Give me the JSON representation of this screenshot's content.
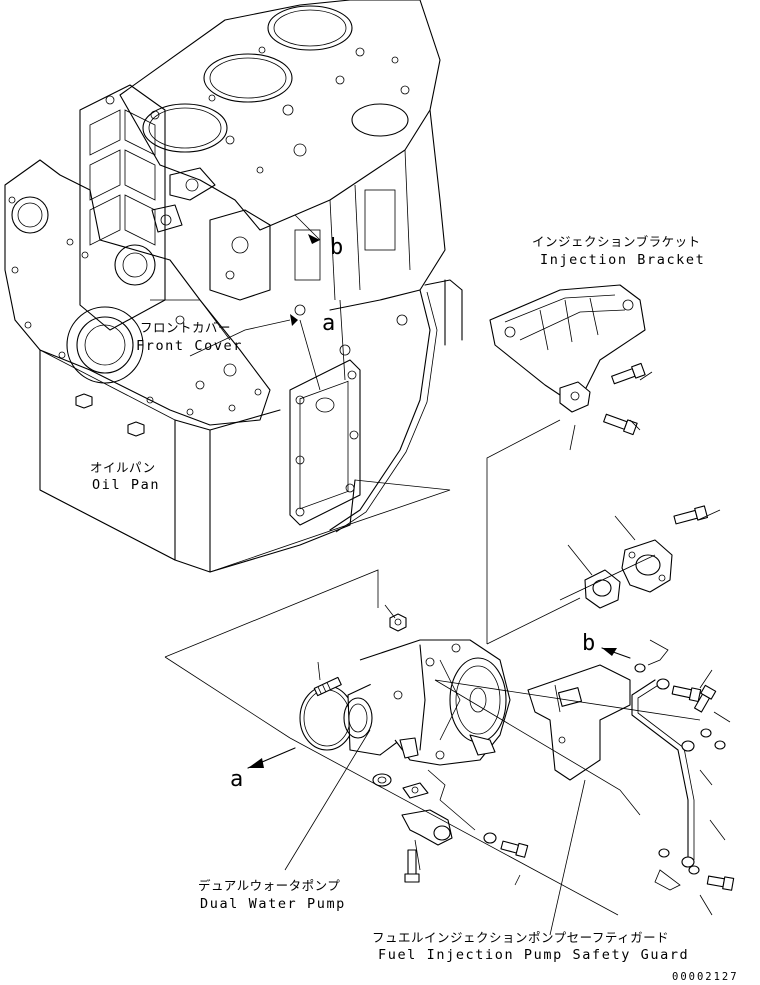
{
  "labels": {
    "injection_bracket_jp": "インジェクションブラケット",
    "injection_bracket_en": "Injection Bracket",
    "front_cover_jp": "フロントカバー",
    "front_cover_en": "Front Cover",
    "oil_pan_jp": "オイルパン",
    "oil_pan_en": "Oil Pan",
    "dual_water_pump_jp": "デュアルウォータポンプ",
    "dual_water_pump_en": "Dual Water Pump",
    "safety_guard_jp": "フュエルインジェクションポンプセーフティガード",
    "safety_guard_en": "Fuel Injection Pump Safety Guard"
  },
  "references": {
    "a_top": "a",
    "b_top": "b",
    "a_arrow": "a",
    "b_arrow": "b"
  },
  "drawing_id": "00002127"
}
